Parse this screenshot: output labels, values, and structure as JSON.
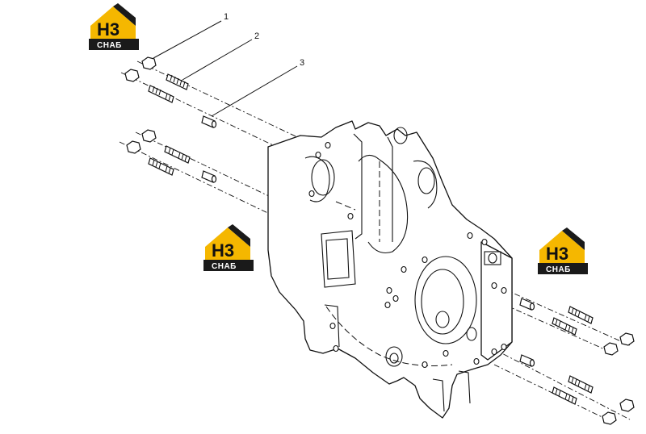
{
  "callouts": {
    "c1": "1",
    "c2": "2",
    "c3": "3"
  },
  "logo": {
    "top": "H3",
    "bottom": "СНАБ",
    "accent_color": "#f5b700",
    "dark_color": "#1a1a1a"
  }
}
